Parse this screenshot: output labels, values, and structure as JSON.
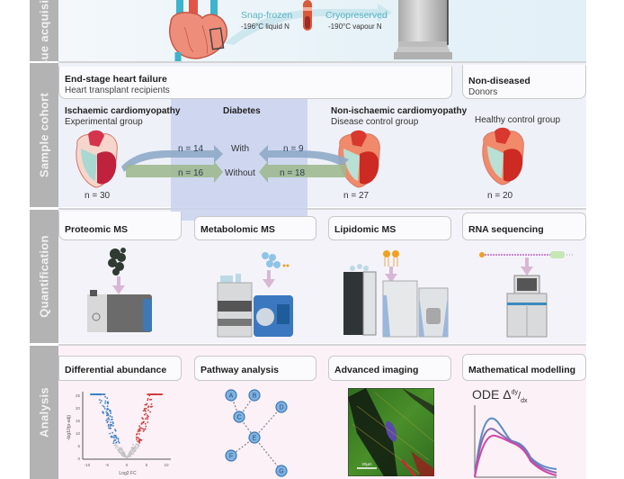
{
  "sections": [
    {
      "id": "tissue",
      "label": "Tissue acquisition"
    },
    {
      "id": "cohort",
      "label": "Sample cohort"
    },
    {
      "id": "quant",
      "label": "Quantification"
    },
    {
      "id": "analysis",
      "label": "Analysis"
    }
  ],
  "tissue": {
    "step1_title": "Snap-frozen",
    "step1_sub": "-196°C liquid N",
    "step2_title": "Cryopreserved",
    "step2_sub": "-190°C vapour N",
    "colors": {
      "step_title": "#5ab3c0"
    }
  },
  "cohort": {
    "esf_title": "End-stage heart failure",
    "esf_sub": "Heart transplant recipients",
    "nd_title": "Non-diseased",
    "nd_sub": "Donors",
    "icm_title": "Ischaemic cardiomyopathy",
    "icm_sub": "Experimental group",
    "icm_n": "n = 30",
    "diabetes_title": "Diabetes",
    "with_label": "With",
    "without_label": "Without",
    "icm_with_n": "n = 14",
    "icm_without_n": "n = 16",
    "nicm_with_n": "n = 9",
    "nicm_without_n": "n = 18",
    "nicm_title": "Non-ischaemic cardiomyopathy",
    "nicm_sub": "Disease control group",
    "nicm_n": "n = 27",
    "healthy_sub": "Healthy control group",
    "healthy_n": "n = 20",
    "colors": {
      "with_arrow": "#8eaac8",
      "without_arrow": "#9fb98f",
      "diabetes_bg": "#c9d2ef"
    }
  },
  "quantification": {
    "items": [
      {
        "title": "Proteomic MS"
      },
      {
        "title": "Metabolomic MS"
      },
      {
        "title": "Lipidomic MS"
      },
      {
        "title": "RNA sequencing"
      }
    ]
  },
  "analysis": {
    "items": [
      {
        "title": "Differential abundance"
      },
      {
        "title": "Pathway analysis"
      },
      {
        "title": "Advanced imaging"
      },
      {
        "title": "Mathematical modelling"
      }
    ],
    "volcano": {
      "ylabel": "-log10(p-adj)",
      "xlabel": "Log2 FC",
      "x_ticks": [
        "-10",
        "-5",
        "0",
        "5",
        "10"
      ],
      "y_ticks": [
        "0",
        "5",
        "10",
        "15",
        "20",
        "25"
      ]
    },
    "pathway_nodes": [
      "A",
      "B",
      "C",
      "D",
      "E",
      "F",
      "G"
    ],
    "imaging_scalebar": "20µm",
    "ode_label": "ODE Δ",
    "ode_frac_num": "dy",
    "ode_frac_den": "dx"
  }
}
